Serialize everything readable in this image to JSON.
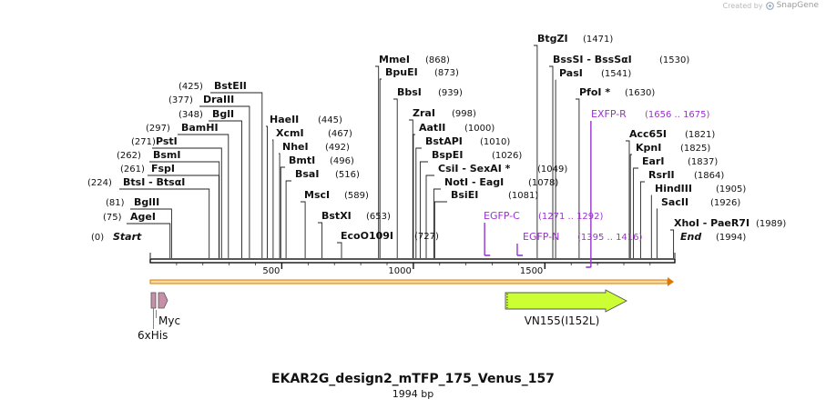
{
  "watermark": {
    "prefix": "Created by",
    "brand": "SnapGene"
  },
  "map": {
    "title": "EKAR2G_design2_mTFP_175_Venus_157",
    "length_label": "1994 bp",
    "length": 1994,
    "ticks": [
      "500",
      "1000",
      "1500"
    ]
  },
  "sites": [
    {
      "name": "Start",
      "pos": "(0)",
      "value": 0,
      "italic": true
    },
    {
      "name": "AgeI",
      "pos": "(75)",
      "value": 75
    },
    {
      "name": "BglII",
      "pos": "(81)",
      "value": 81
    },
    {
      "name": "BtsI - BtsαI",
      "pos": "(224)",
      "value": 224
    },
    {
      "name": "FspI",
      "pos": "(261)",
      "value": 261
    },
    {
      "name": "BsmI",
      "pos": "(262)",
      "value": 262
    },
    {
      "name": "PstI",
      "pos": "(271)",
      "value": 271
    },
    {
      "name": "BamHI",
      "pos": "(297)",
      "value": 297
    },
    {
      "name": "BglI",
      "pos": "(348)",
      "value": 348
    },
    {
      "name": "DraIII",
      "pos": "(377)",
      "value": 377
    },
    {
      "name": "BstEII",
      "pos": "(425)",
      "value": 425
    },
    {
      "name": "HaeII",
      "pos": "(445)",
      "value": 445
    },
    {
      "name": "XcmI",
      "pos": "(467)",
      "value": 467
    },
    {
      "name": "NheI",
      "pos": "(492)",
      "value": 492
    },
    {
      "name": "BmtI",
      "pos": "(496)",
      "value": 496
    },
    {
      "name": "BsaI",
      "pos": "(516)",
      "value": 516
    },
    {
      "name": "MscI",
      "pos": "(589)",
      "value": 589
    },
    {
      "name": "BstXI",
      "pos": "(653)",
      "value": 653
    },
    {
      "name": "EcoO109I",
      "pos": "(727)",
      "value": 727
    },
    {
      "name": "MmeI",
      "pos": "(868)",
      "value": 868
    },
    {
      "name": "BpuEI",
      "pos": "(873)",
      "value": 873
    },
    {
      "name": "BbsI",
      "pos": "(939)",
      "value": 939
    },
    {
      "name": "ZraI",
      "pos": "(998)",
      "value": 998
    },
    {
      "name": "AatII",
      "pos": "(1000)",
      "value": 1000
    },
    {
      "name": "BstAPI",
      "pos": "(1010)",
      "value": 1010
    },
    {
      "name": "BspEI",
      "pos": "(1026)",
      "value": 1026
    },
    {
      "name": "CsiI - SexAI *",
      "pos": "(1049)",
      "value": 1049
    },
    {
      "name": "NotI - EagI",
      "pos": "(1078)",
      "value": 1078
    },
    {
      "name": "BsiEI",
      "pos": "(1081)",
      "value": 1081
    },
    {
      "name": "BtgZI",
      "pos": "(1471)",
      "value": 1471
    },
    {
      "name": "BssSI - BssSαI",
      "pos": "(1530)",
      "value": 1530
    },
    {
      "name": "PasI",
      "pos": "(1541)",
      "value": 1541
    },
    {
      "name": "PfoI *",
      "pos": "(1630)",
      "value": 1630
    },
    {
      "name": "Acc65I",
      "pos": "(1821)",
      "value": 1821
    },
    {
      "name": "KpnI",
      "pos": "(1825)",
      "value": 1825
    },
    {
      "name": "EarI",
      "pos": "(1837)",
      "value": 1837
    },
    {
      "name": "RsrII",
      "pos": "(1864)",
      "value": 1864
    },
    {
      "name": "HindIII",
      "pos": "(1905)",
      "value": 1905
    },
    {
      "name": "SacII",
      "pos": "(1926)",
      "value": 1926
    },
    {
      "name": "XhoI - PaeR7I",
      "pos": "(1989)",
      "value": 1989
    },
    {
      "name": "End",
      "pos": "(1994)",
      "value": 1994,
      "italic": true
    }
  ],
  "primers": [
    {
      "name": "EGFP-C",
      "range": "(1271 .. 1292)",
      "start": 1271,
      "end": 1292
    },
    {
      "name": "EGFP-N",
      "range": "(1395 .. 1416)",
      "start": 1395,
      "end": 1416
    },
    {
      "name": "EXFP-R",
      "range": "(1656 .. 1675)",
      "start": 1656,
      "end": 1675
    }
  ],
  "features": [
    {
      "name": "6xHis",
      "start": 0,
      "end": 18,
      "color": "#c890a8"
    },
    {
      "name": "Myc",
      "start": 22,
      "end": 52,
      "color": "#c890a8"
    },
    {
      "name": "VN155(I152L)",
      "start": 1350,
      "end": 1815,
      "color": "#ccff33"
    }
  ],
  "colors": {
    "primer": "#9933cc",
    "backbone": "#111111",
    "orf_stroke": "#e07800",
    "orf_fill": "#f8dca0",
    "feature_stroke": "#555555"
  }
}
